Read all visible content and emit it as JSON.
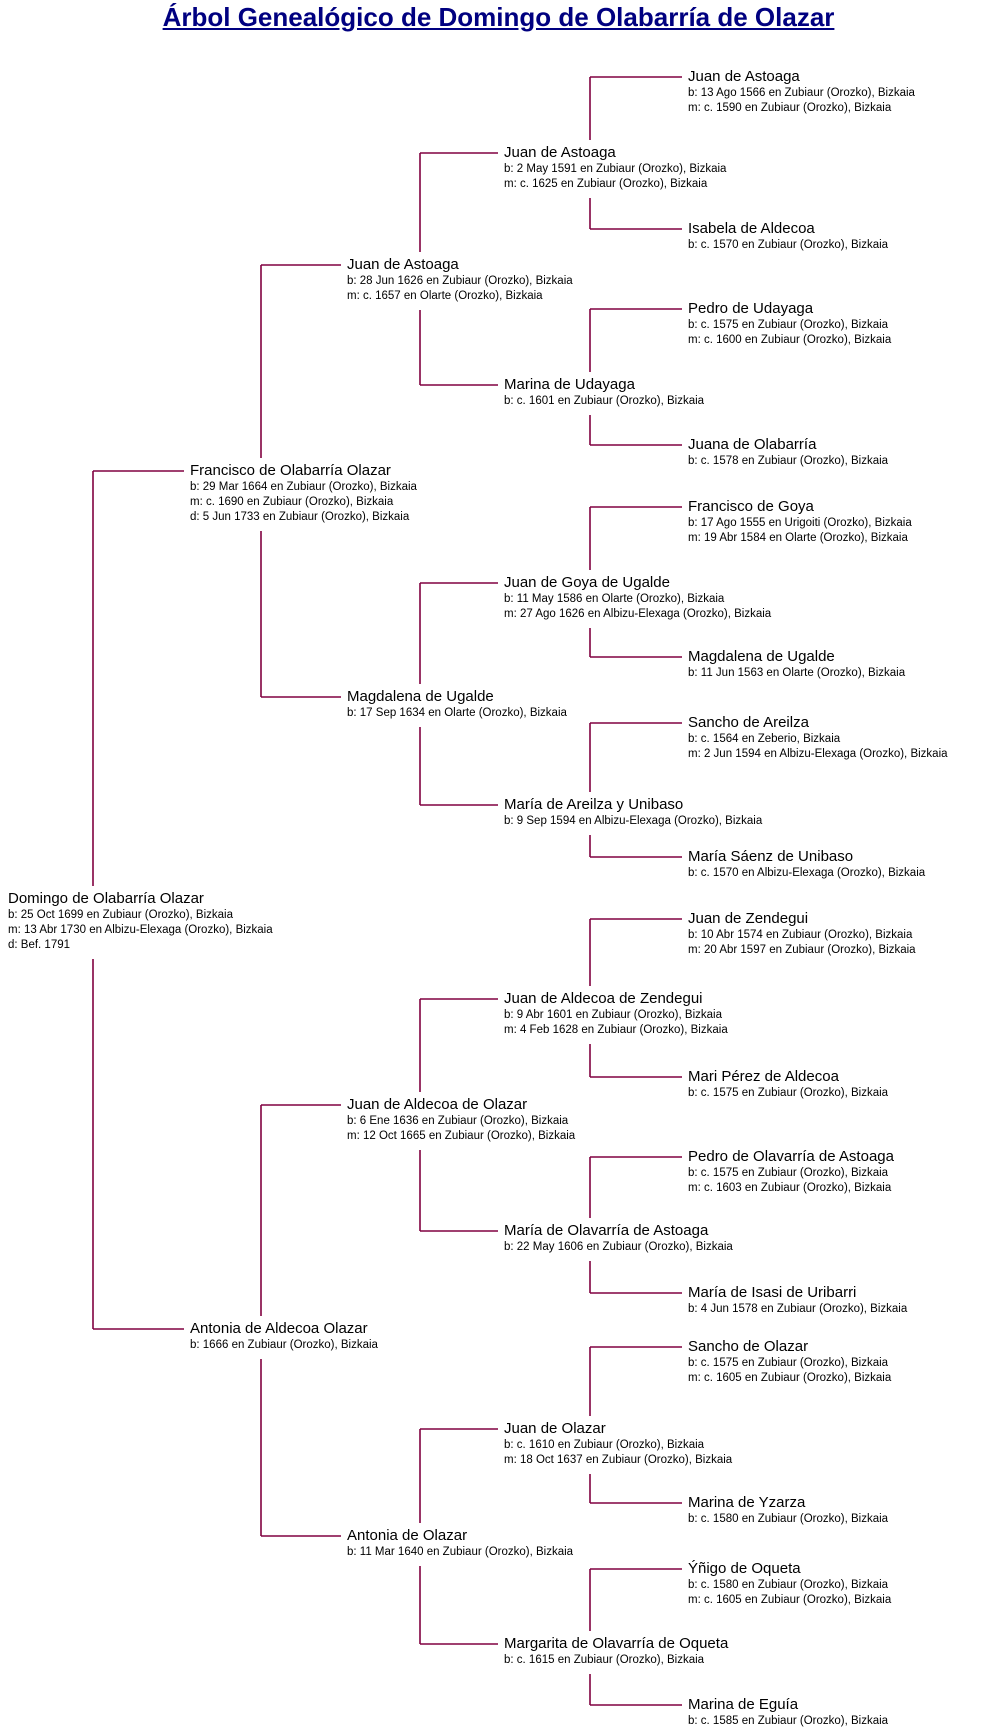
{
  "title": "Árbol Genealógico de Domingo de Olabarría de Olazar",
  "line_color": "#800040",
  "title_color": "#000080",
  "people": [
    {
      "name": "Domingo de Olabarría Olazar",
      "lines": [
        "b: 25 Oct 1699 en Zubiaur (Orozko), Bizkaia",
        "m: 13 Abr 1730 en Albizu-Elexaga (Orozko), Bizkaia",
        "d: Bef. 1791"
      ]
    },
    {
      "name": "Francisco de Olabarría Olazar",
      "lines": [
        "b: 29 Mar 1664 en Zubiaur (Orozko), Bizkaia",
        "m: c. 1690 en Zubiaur (Orozko), Bizkaia",
        "d: 5 Jun 1733 en Zubiaur (Orozko), Bizkaia"
      ]
    },
    {
      "name": "Antonia de Aldecoa Olazar",
      "lines": [
        "b: 1666 en Zubiaur (Orozko), Bizkaia"
      ]
    },
    {
      "name": "Juan de Astoaga",
      "lines": [
        "b: 28 Jun 1626 en Zubiaur (Orozko), Bizkaia",
        "m: c. 1657 en Olarte (Orozko), Bizkaia"
      ]
    },
    {
      "name": "Magdalena de Ugalde",
      "lines": [
        "b: 17 Sep 1634 en Olarte (Orozko), Bizkaia"
      ]
    },
    {
      "name": "Juan de Aldecoa de Olazar",
      "lines": [
        "b: 6 Ene 1636 en Zubiaur (Orozko), Bizkaia",
        "m: 12 Oct 1665 en Zubiaur (Orozko), Bizkaia"
      ]
    },
    {
      "name": "Antonia de Olazar",
      "lines": [
        "b: 11 Mar 1640 en Zubiaur (Orozko), Bizkaia"
      ]
    },
    {
      "name": "Juan de Astoaga",
      "lines": [
        "b: 2 May 1591 en Zubiaur (Orozko), Bizkaia",
        "m: c. 1625 en Zubiaur (Orozko), Bizkaia"
      ]
    },
    {
      "name": "Marina de Udayaga",
      "lines": [
        "b: c. 1601 en Zubiaur (Orozko), Bizkaia"
      ]
    },
    {
      "name": "Juan de Goya de Ugalde",
      "lines": [
        "b: 11 May 1586 en Olarte (Orozko), Bizkaia",
        "m: 27 Ago 1626 en Albizu-Elexaga (Orozko), Bizkaia"
      ]
    },
    {
      "name": "María de Areilza y Unibaso",
      "lines": [
        "b: 9 Sep 1594 en Albizu-Elexaga (Orozko), Bizkaia"
      ]
    },
    {
      "name": "Juan de Aldecoa de Zendegui",
      "lines": [
        "b: 9 Abr 1601 en Zubiaur (Orozko), Bizkaia",
        "m: 4 Feb 1628 en Zubiaur (Orozko), Bizkaia"
      ]
    },
    {
      "name": "María de Olavarría de Astoaga",
      "lines": [
        "b: 22 May 1606 en Zubiaur (Orozko), Bizkaia"
      ]
    },
    {
      "name": "Juan de Olazar",
      "lines": [
        "b: c. 1610 en Zubiaur (Orozko), Bizkaia",
        "m: 18 Oct 1637 en Zubiaur (Orozko), Bizkaia"
      ]
    },
    {
      "name": "Margarita de Olavarría de Oqueta",
      "lines": [
        "b: c. 1615 en Zubiaur (Orozko), Bizkaia"
      ]
    },
    {
      "name": "Juan de Astoaga",
      "lines": [
        "b: 13 Ago 1566 en Zubiaur (Orozko), Bizkaia",
        "m: c. 1590 en Zubiaur (Orozko), Bizkaia"
      ]
    },
    {
      "name": "Isabela de Aldecoa",
      "lines": [
        "b: c. 1570 en Zubiaur (Orozko), Bizkaia"
      ]
    },
    {
      "name": "Pedro de Udayaga",
      "lines": [
        "b: c. 1575 en Zubiaur (Orozko), Bizkaia",
        "m: c. 1600 en Zubiaur (Orozko), Bizkaia"
      ]
    },
    {
      "name": "Juana de Olabarría",
      "lines": [
        "b: c. 1578 en Zubiaur (Orozko), Bizkaia"
      ]
    },
    {
      "name": "Francisco de Goya",
      "lines": [
        "b: 17 Ago 1555 en Urigoiti (Orozko), Bizkaia",
        "m: 19 Abr 1584 en Olarte (Orozko), Bizkaia"
      ]
    },
    {
      "name": "Magdalena de Ugalde",
      "lines": [
        "b: 11 Jun 1563 en Olarte (Orozko), Bizkaia"
      ]
    },
    {
      "name": "Sancho de Areilza",
      "lines": [
        "b: c. 1564 en Zeberio, Bizkaia",
        "m: 2 Jun 1594 en Albizu-Elexaga (Orozko), Bizkaia"
      ]
    },
    {
      "name": "María Sáenz de Unibaso",
      "lines": [
        "b: c. 1570 en Albizu-Elexaga (Orozko), Bizkaia"
      ]
    },
    {
      "name": "Juan de Zendegui",
      "lines": [
        "b: 10 Abr 1574 en Zubiaur (Orozko), Bizkaia",
        "m: 20 Abr 1597 en Zubiaur (Orozko), Bizkaia"
      ]
    },
    {
      "name": "Mari Pérez de Aldecoa",
      "lines": [
        "b: c. 1575 en Zubiaur (Orozko), Bizkaia"
      ]
    },
    {
      "name": "Pedro de Olavarría de Astoaga",
      "lines": [
        "b: c. 1575 en Zubiaur (Orozko), Bizkaia",
        "m: c. 1603 en Zubiaur (Orozko), Bizkaia"
      ]
    },
    {
      "name": "María de Isasi de Uribarri",
      "lines": [
        "b: 4 Jun 1578 en Zubiaur (Orozko), Bizkaia"
      ]
    },
    {
      "name": "Sancho de Olazar",
      "lines": [
        "b: c. 1575 en Zubiaur (Orozko), Bizkaia",
        "m: c. 1605 en Zubiaur (Orozko), Bizkaia"
      ]
    },
    {
      "name": "Marina de Yzarza",
      "lines": [
        "b: c. 1580 en Zubiaur (Orozko), Bizkaia"
      ]
    },
    {
      "name": "Ýñigo de Oqueta",
      "lines": [
        "b: c. 1580 en Zubiaur (Orozko), Bizkaia",
        "m: c. 1605 en Zubiaur (Orozko), Bizkaia"
      ]
    },
    {
      "name": "Marina de Eguía",
      "lines": [
        "b: c. 1585 en Zubiaur (Orozko), Bizkaia"
      ]
    }
  ]
}
